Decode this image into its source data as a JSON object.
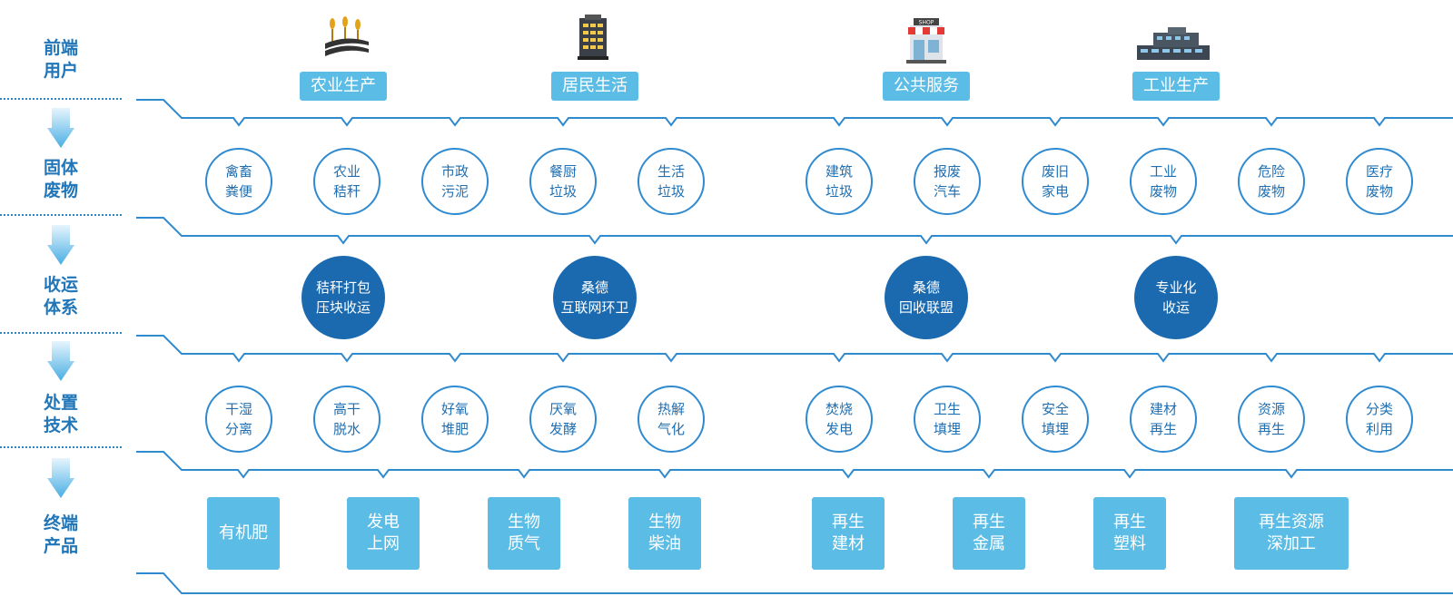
{
  "rows": {
    "users": {
      "line1": "前端",
      "line2": "用户"
    },
    "waste": {
      "line1": "固体",
      "line2": "废物"
    },
    "transport": {
      "line1": "收运",
      "line2": "体系"
    },
    "treatment": {
      "line1": "处置",
      "line2": "技术"
    },
    "products": {
      "line1": "终端",
      "line2": "产品"
    }
  },
  "users": [
    {
      "label": "农业生产",
      "icon": "farm-wheat-icon"
    },
    {
      "label": "居民生活",
      "icon": "residential-building-icon"
    },
    {
      "label": "公共服务",
      "icon": "shop-store-icon",
      "icon_text": "SHOP"
    },
    {
      "label": "工业生产",
      "icon": "factory-icon"
    }
  ],
  "waste": [
    {
      "line1": "禽畜",
      "line2": "粪便"
    },
    {
      "line1": "农业",
      "line2": "秸秆"
    },
    {
      "line1": "市政",
      "line2": "污泥"
    },
    {
      "line1": "餐厨",
      "line2": "垃圾"
    },
    {
      "line1": "生活",
      "line2": "垃圾"
    },
    {
      "line1": "建筑",
      "line2": "垃圾"
    },
    {
      "line1": "报废",
      "line2": "汽车"
    },
    {
      "line1": "废旧",
      "line2": "家电"
    },
    {
      "line1": "工业",
      "line2": "废物"
    },
    {
      "line1": "危险",
      "line2": "废物"
    },
    {
      "line1": "医疗",
      "line2": "废物"
    }
  ],
  "transport": [
    {
      "line1": "秸秆打包",
      "line2": "压块收运"
    },
    {
      "line1": "桑德",
      "line2": "互联网环卫"
    },
    {
      "line1": "桑德",
      "line2": "回收联盟"
    },
    {
      "line1": "专业化",
      "line2": "收运"
    }
  ],
  "treatment": [
    {
      "line1": "干湿",
      "line2": "分离"
    },
    {
      "line1": "高干",
      "line2": "脱水"
    },
    {
      "line1": "好氧",
      "line2": "堆肥"
    },
    {
      "line1": "厌氧",
      "line2": "发酵"
    },
    {
      "line1": "热解",
      "line2": "气化"
    },
    {
      "line1": "焚烧",
      "line2": "发电"
    },
    {
      "line1": "卫生",
      "line2": "填埋"
    },
    {
      "line1": "安全",
      "line2": "填埋"
    },
    {
      "line1": "建材",
      "line2": "再生"
    },
    {
      "line1": "资源",
      "line2": "再生"
    },
    {
      "line1": "分类",
      "line2": "利用"
    }
  ],
  "products": [
    {
      "line1": "有机肥",
      "line2": ""
    },
    {
      "line1": "发电",
      "line2": "上网"
    },
    {
      "line1": "生物",
      "line2": "质气"
    },
    {
      "line1": "生物",
      "line2": "柴油"
    },
    {
      "line1": "再生",
      "line2": "建材"
    },
    {
      "line1": "再生",
      "line2": "金属"
    },
    {
      "line1": "再生",
      "line2": "塑料"
    },
    {
      "line1": "再生资源",
      "line2": "深加工"
    }
  ],
  "colors": {
    "label": "#2076b8",
    "line": "#2f8ad0",
    "light_box": "#5bbde6",
    "dark_circle": "#1b6ab0",
    "arrow_top": "#e6f5fd",
    "arrow_bottom": "#49aee3"
  }
}
